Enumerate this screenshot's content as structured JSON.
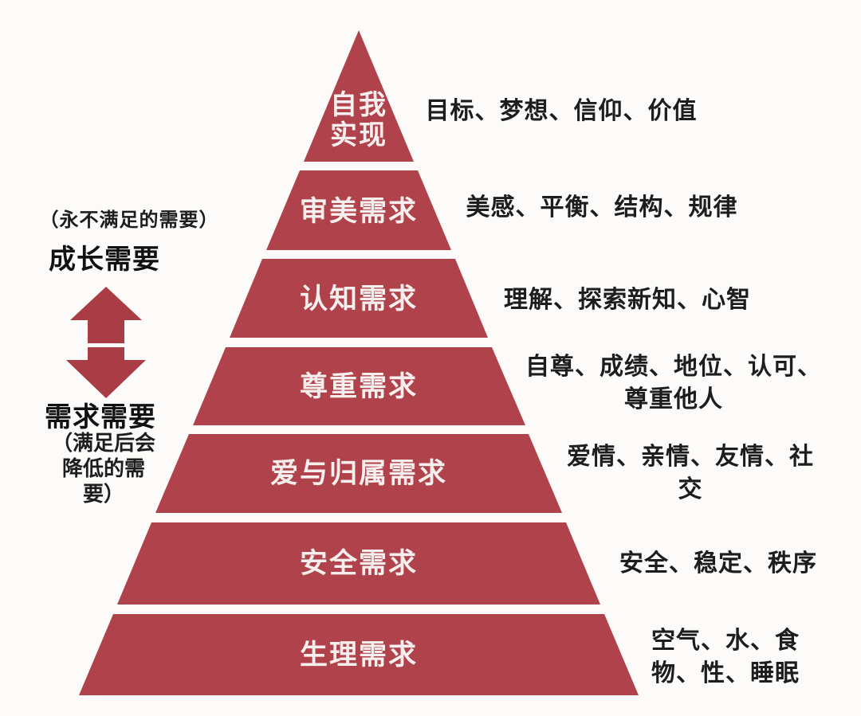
{
  "colors": {
    "background": "#fcfbf9",
    "pyramid_red": "#b0424b",
    "arrow_red": "#a93c44",
    "level_label": "#f7eeee",
    "desc_text": "#1d1d1d"
  },
  "left_panel": {
    "growth_note": "（永不满足的需要）",
    "growth_label": "成长需要",
    "deficit_label": "需求需要",
    "deficit_note_lines": [
      "（满足后会",
      "降低的需",
      "要）"
    ]
  },
  "pyramid": {
    "levels": [
      {
        "title": "自我实现",
        "title_lines": [
          "自我",
          "实现"
        ],
        "desc": "目标、梦想、信仰、价值",
        "desc_lines": [
          "目标、梦想、信仰、价值"
        ]
      },
      {
        "title": "审美需求",
        "desc": "美感、平衡、结构、规律",
        "desc_lines": [
          "美感、平衡、结构、规律"
        ]
      },
      {
        "title": "认知需求",
        "desc": "理解、探索新知、心智",
        "desc_lines": [
          "理解、探索新知、心智"
        ]
      },
      {
        "title": "尊重需求",
        "desc": "自尊、成绩、地位、认可、尊重他人",
        "desc_lines": [
          "自尊、成绩、地位、认可、",
          "尊重他人"
        ]
      },
      {
        "title": "爱与归属需求",
        "desc": "爱情、亲情、友情、社交",
        "desc_lines": [
          "爱情、亲情、友情、社",
          "交"
        ]
      },
      {
        "title": "安全需求",
        "desc": "安全、稳定、秩序",
        "desc_lines": [
          "安全、稳定、秩序"
        ]
      },
      {
        "title": "生理需求",
        "desc": "空气、水、食物、性、睡眠",
        "desc_lines": [
          "空气、水、食",
          "物、性、睡眠"
        ]
      }
    ]
  }
}
